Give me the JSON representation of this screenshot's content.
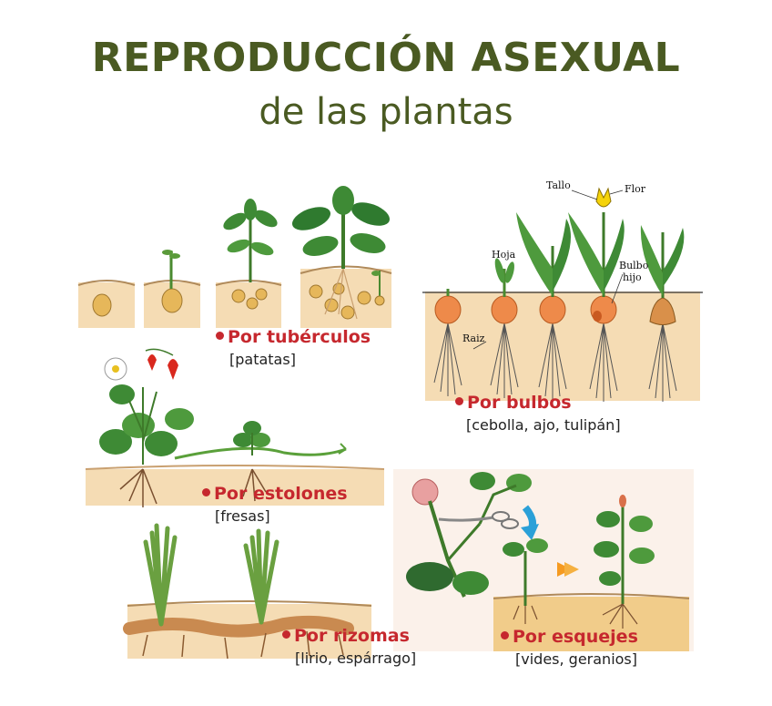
{
  "header": {
    "title": "REPRODUCCIÓN ASEXUAL",
    "subtitle": "de las plantas"
  },
  "methods": [
    {
      "label": "Por tubérculos",
      "examples": "[patatas]"
    },
    {
      "label": "Por bulbos",
      "examples": "[cebolla, ajo, tulipán]"
    },
    {
      "label": "Por estolones",
      "examples": "[fresas]"
    },
    {
      "label": "Por rizomas",
      "examples": "[lirio, espárrago]"
    },
    {
      "label": "Por esquejes",
      "examples": "[vides, geranios]"
    }
  ],
  "bulb_annotations": {
    "tallo": "Tallo",
    "flor": "Flor",
    "hoja": "Hoja",
    "bulbo_hijo_1": "Bulbo",
    "bulbo_hijo_2": "hijo",
    "raiz": "Raiz"
  },
  "colors": {
    "title": "#4a5a22",
    "label_red": "#c6282e",
    "soil": "#f5dcb4",
    "leaf": "#3e8a35"
  }
}
